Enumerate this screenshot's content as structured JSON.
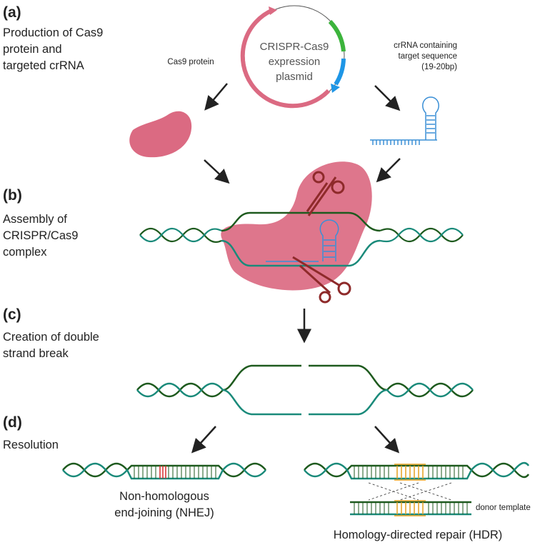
{
  "steps": [
    {
      "letter": "(a)",
      "description": "Production of Cas9\nprotein and\ntargeted crRNA"
    },
    {
      "letter": "(b)",
      "description": "Assembly of\nCRISPR/Cas9\ncomplex"
    },
    {
      "letter": "(c)",
      "description": "Creation of double\nstrand break"
    },
    {
      "letter": "(d)",
      "description": "Resolution"
    }
  ],
  "plasmid_label": "CRISPR-Cas9\nexpression\nplasmid",
  "cas9_protein_label": "Cas9 protein",
  "crrna_label": "crRNA containing\ntarget sequence\n(19-20bp)",
  "nhej_label": "Non-homologous\nend-joining (NHEJ)",
  "hdr_label": "Homology-directed repair (HDR)",
  "donor_label": "donor template",
  "colors": {
    "cas9": "#db6a82",
    "strand_dark": "#1e5a1e",
    "strand_teal": "#1a8a7a",
    "rna": "#3a8fd6",
    "scissors": "#8e2a2a",
    "nhej_mark": "#d62a2a",
    "hdr_mark": "#e6a01e",
    "plasmid_green": "#3cb43c",
    "plasmid_blue": "#1e96e6"
  }
}
